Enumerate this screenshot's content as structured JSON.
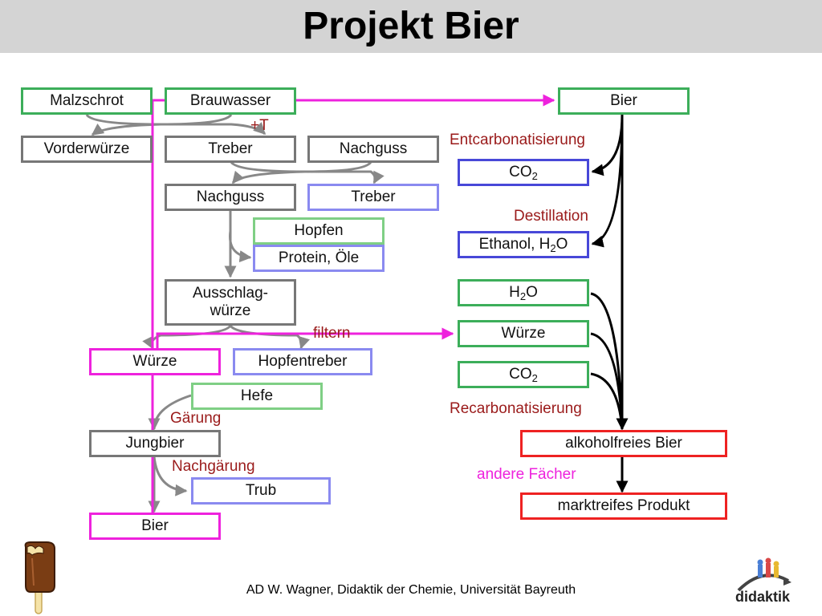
{
  "title": "Projekt Bier",
  "colors": {
    "title_bar": "#d4d4d4",
    "process_arrow": "#888888",
    "flow_arrow": "#000000",
    "highlight_line": "#ee22dd",
    "label_dark_red": "#9a1a1a",
    "label_magenta": "#ee22dd"
  },
  "left_flow": {
    "malzschrot": "Malzschrot",
    "brauwasser": "Brauwasser",
    "heat_label": "+T",
    "vorderwuerze": "Vorderwürze",
    "treber_1": "Treber",
    "nachguss_1": "Nachguss",
    "nachguss_2": "Nachguss",
    "treber_2": "Treber",
    "hopfen": "Hopfen",
    "protein_oele": "Protein, Öle",
    "ausschlag_line1": "Ausschlag-",
    "ausschlag_line2": "würze",
    "filtern_label": "filtern",
    "wuerze": "Würze",
    "hopfentreber": "Hopfentreber",
    "hefe": "Hefe",
    "gaerung_label": "Gärung",
    "jungbier": "Jungbier",
    "nachgaerung_label": "Nachgärung",
    "trub": "Trub",
    "bier": "Bier"
  },
  "right_flow": {
    "bier": "Bier",
    "entcarbonatisierung_label": "Entcarbonatisierung",
    "co2_out": "CO",
    "distillation_label": "Destillation",
    "ethanol_prefix": "Ethanol, H",
    "ethanol_suffix": "O",
    "h2o_prefix": "H",
    "h2o_suffix": "O",
    "wuerze": "Würze",
    "co2_in": "CO",
    "recarbonatisierung_label": "Recarbonatisierung",
    "alkoholfreies_bier": "alkoholfreies Bier",
    "andere_faecher_label": "andere Fächer",
    "marktreifes_produkt": "marktreifes Produkt",
    "subscript_two": "2"
  },
  "icons": {
    "left_logo": "ice-cream-bar-icon",
    "right_logo": "didaktik-logo-icon"
  },
  "logo_text": "didaktik",
  "footer": "AD W. Wagner, Didaktik der Chemie, Universität Bayreuth"
}
